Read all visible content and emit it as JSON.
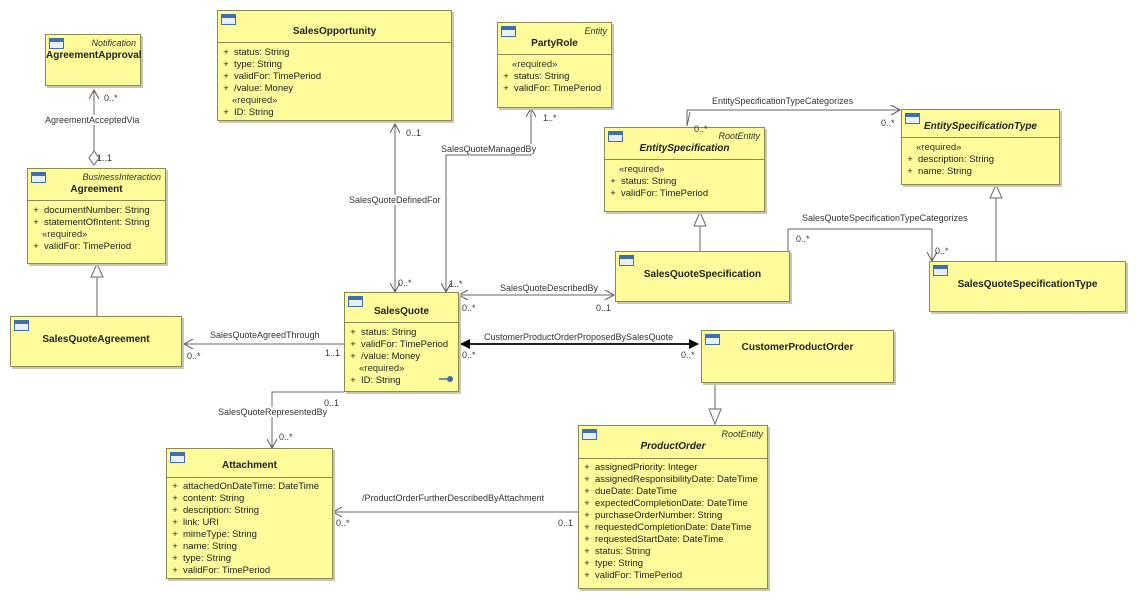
{
  "classes": {
    "agreementApproval": {
      "stereotype": "Notification",
      "name": "AgreementApproval",
      "attributes": [],
      "required": []
    },
    "salesOpportunity": {
      "stereotype": "",
      "name": "SalesOpportunity",
      "attributes": [
        "status: String",
        "type: String",
        "validFor: TimePeriod",
        "/value: Money"
      ],
      "required_label": "«required»",
      "required": [
        "ID: String"
      ]
    },
    "partyRole": {
      "stereotype": "Entity",
      "name": "PartyRole",
      "attributes": [],
      "required_label": "«required»",
      "required": [
        "status: String",
        "validFor: TimePeriod"
      ]
    },
    "agreement": {
      "stereotype": "BusinessInteraction",
      "name": "Agreement",
      "attributes": [
        "documentNumber: String",
        "statementOfIntent: String"
      ],
      "required_label": "«required»",
      "required": [
        "validFor: TimePeriod"
      ]
    },
    "entitySpecification": {
      "stereotype": "RootEntity",
      "name": "EntitySpecification",
      "attributes": [],
      "required_label": "«required»",
      "required": [
        "status: String",
        "validFor: TimePeriod"
      ]
    },
    "entitySpecificationType": {
      "stereotype": "",
      "name": "EntitySpecificationType",
      "attributes": [],
      "required_label": "«required»",
      "required": [
        "description: String",
        "name: String"
      ]
    },
    "salesQuoteSpecification": {
      "name": "SalesQuoteSpecification"
    },
    "salesQuoteSpecificationType": {
      "name": "SalesQuoteSpecificationType"
    },
    "salesQuoteAgreement": {
      "name": "SalesQuoteAgreement"
    },
    "salesQuote": {
      "stereotype": "",
      "name": "SalesQuote",
      "attributes": [
        "status: String",
        "validFor: TimePeriod",
        "/value: Money"
      ],
      "required_label": "«required»",
      "required": [
        "ID: String"
      ]
    },
    "customerProductOrder": {
      "name": "CustomerProductOrder"
    },
    "attachment": {
      "stereotype": "",
      "name": "Attachment",
      "attributes": [
        "attachedOnDateTime: DateTime",
        "content: String",
        "description: String",
        "link: URI",
        "mimeType: String",
        "name: String",
        "type: String",
        "validFor: TimePeriod"
      ],
      "required": []
    },
    "productOrder": {
      "stereotype": "RootEntity",
      "name": "ProductOrder",
      "attributes": [
        "assignedPriority: Integer",
        "assignedResponsibilityDate: DateTime",
        "dueDate: DateTime",
        "expectedCompletionDate: DateTime",
        "purchaseOrderNumber: String",
        "requestedCompletionDate: DateTime",
        "requestedStartDate: DateTime",
        "status: String",
        "type: String",
        "validFor: TimePeriod"
      ],
      "required": []
    }
  },
  "visibility_marker": "+",
  "associations": {
    "agreementAcceptedVia": {
      "label": "AgreementAcceptedVia",
      "m1": "0..*",
      "m2": "1..1"
    },
    "salesQuoteDefinedFor": {
      "label": "SalesQuoteDefinedFor",
      "m1": "0..1",
      "m2": "0..*"
    },
    "salesQuoteManagedBy": {
      "label": "SalesQuoteManagedBy",
      "m1": "1..*",
      "m2": "1..*"
    },
    "entitySpecificationTypeCategorizes": {
      "label": "EntitySpecificationTypeCategorizes",
      "m1": "0..*",
      "m2": "0..*"
    },
    "salesQuoteSpecificationTypeCategorizes": {
      "label": "SalesQuoteSpecificationTypeCategorizes",
      "m1": "0..*",
      "m2": "0..*"
    },
    "salesQuoteDescribedBy": {
      "label": "SalesQuoteDescribedBy",
      "m1": "0..*",
      "m2": "0..1"
    },
    "salesQuoteAgreedThrough": {
      "label": "SalesQuoteAgreedThrough",
      "m1": "0..*",
      "m2": "1..1"
    },
    "customerProductOrderProposedBySalesQuote": {
      "label": "CustomerProductOrderProposedBySalesQuote",
      "m1": "0..*",
      "m2": "0..*"
    },
    "salesQuoteRepresentedBy": {
      "label": "SalesQuoteRepresentedBy",
      "m1": "0..1",
      "m2": "0..*"
    },
    "productOrderFurtherDescribedByAttachment": {
      "label": "/ProductOrderFurtherDescribedByAttachment",
      "m1": "0..*",
      "m2": "0..1"
    }
  },
  "icons": {
    "class": "class-icon",
    "key": "key-icon"
  },
  "colors": {
    "class_fill": "#fdfb9a",
    "class_border": "#8a8a55",
    "line": "#555555"
  }
}
